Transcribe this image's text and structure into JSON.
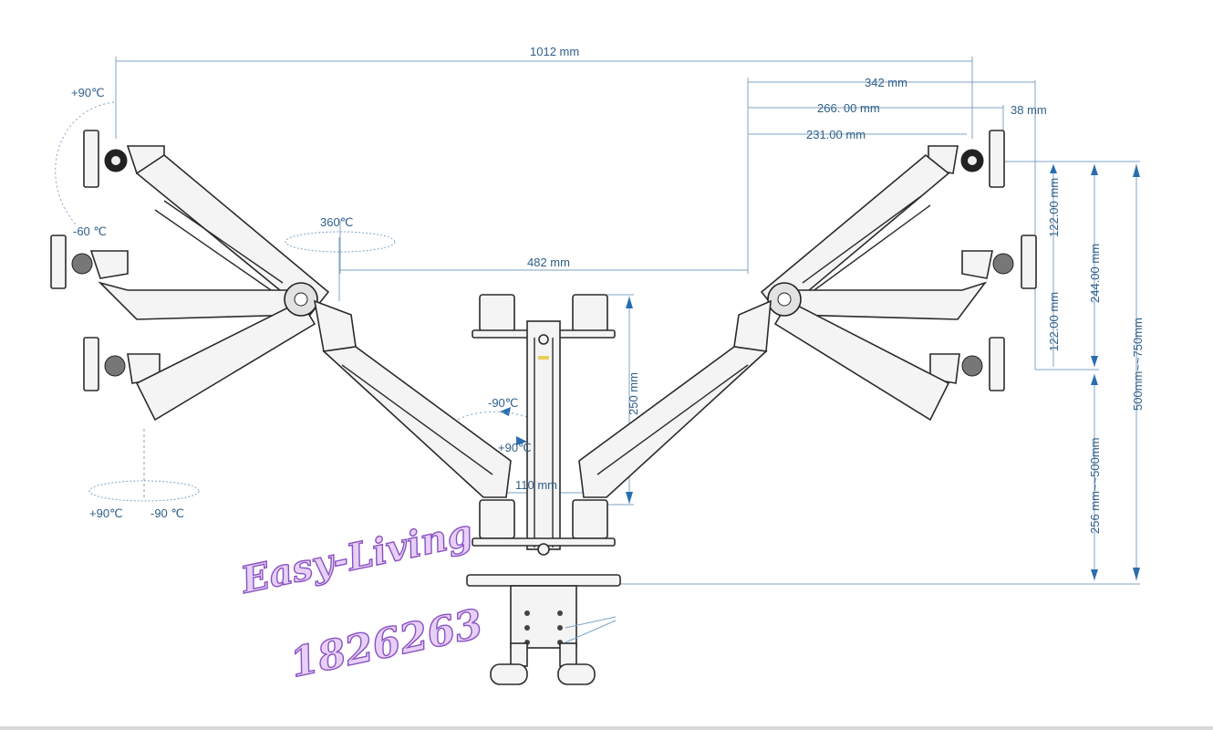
{
  "dimensions": {
    "total_width": "1012 mm",
    "right_reach_1": "342 mm",
    "right_reach_2": "266. 00 mm",
    "right_reach_3": "231.00 mm",
    "tilt_offset": "38 mm",
    "center_span": "482 mm",
    "pole_segment": "250 mm",
    "base_width": "110 mm",
    "vertical_step_upper": "122.00 mm",
    "vertical_step_lower": "122.00 mm",
    "vertical_total": "244.00 mm",
    "height_range_lower": "256 mm~~500mm",
    "height_range_total": "500mm~~750mm"
  },
  "angles": {
    "tilt_up": "+90℃",
    "tilt_down": "-60 ℃",
    "rotation": "360℃",
    "swivel_neg_center": "-90℃",
    "swivel_pos_center": "+90℃",
    "swivel_pos_left": "+90℃",
    "swivel_neg_left": "-90 ℃"
  },
  "watermark": {
    "brand": "Easy-Living",
    "number": "1826263"
  },
  "colors": {
    "dimension_text": "#2f5f8a",
    "dimension_line": "#7fa3c4",
    "arrow": "#2a6db0",
    "watermark_fill": "#e7d0f7",
    "watermark_stroke": "#8a52c2"
  }
}
